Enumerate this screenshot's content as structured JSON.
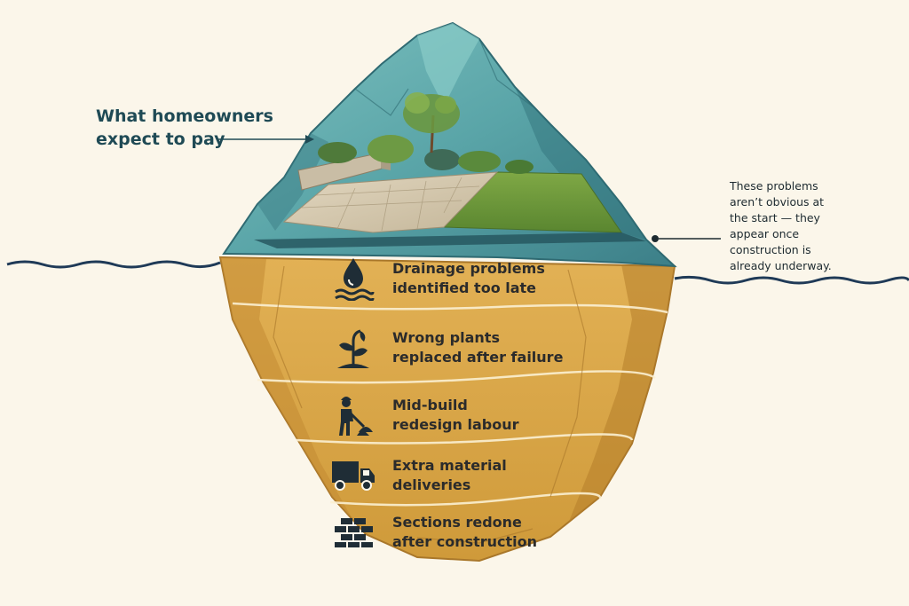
{
  "left_callout": {
    "line1": "What homeowners",
    "line2": "expect to pay"
  },
  "right_callout": {
    "line1": "These problems",
    "line2": "aren’t obvious at",
    "line3": "the start — they",
    "line4": "appear once",
    "line5": "construction is",
    "line6": "already underway."
  },
  "hidden_costs": [
    {
      "line1": "Drainage problems",
      "line2": "identified too late",
      "icon": "water-drop-waves-icon"
    },
    {
      "line1": "Wrong plants",
      "line2": "replaced after failure",
      "icon": "wilting-plant-icon"
    },
    {
      "line1": "Mid-build",
      "line2": "redesign labour",
      "icon": "worker-shovel-icon"
    },
    {
      "line1": "Extra material",
      "line2": "deliveries",
      "icon": "delivery-truck-icon"
    },
    {
      "line1": "Sections redone",
      "line2": "after construction",
      "icon": "brick-stack-icon"
    }
  ],
  "colors": {
    "background": "#fbf6ea",
    "rock_top": "#5aa5a8",
    "rock_top_dark": "#3f8087",
    "rock_bottom": "#d8a443",
    "rock_bottom_dark": "#b98528",
    "water_line": "#1f3a57",
    "title_text": "#1f4a55",
    "icon": "#1f2d36"
  }
}
